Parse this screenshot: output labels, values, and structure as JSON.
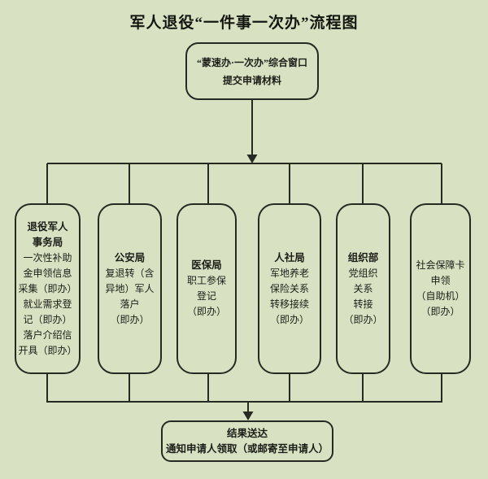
{
  "colors": {
    "background": "#d8e2c3",
    "line": "#262a21",
    "text": "#1b1d17"
  },
  "title": "军人退役“一件事一次办”流程图",
  "entry_box": {
    "lines": [
      "“蒙速办·一次办”综合窗口",
      "提交申请材料"
    ]
  },
  "departments": [
    {
      "header_lines": [
        "退役军人",
        "事务局"
      ],
      "lines": [
        "一次性补助",
        "金申领信息",
        "采集（即办）",
        "就业需求登",
        "记（即办）",
        "落户介绍信",
        "开具（即办）"
      ]
    },
    {
      "header_lines": [
        "公安局"
      ],
      "lines": [
        "复退转（含",
        "异地）军人",
        "落户",
        "（即办）"
      ]
    },
    {
      "header_lines": [
        "医保局"
      ],
      "lines": [
        "职工参保",
        "登记",
        "（即办）"
      ]
    },
    {
      "header_lines": [
        "人社局"
      ],
      "lines": [
        "军地养老",
        "保险关系",
        "转移接续",
        "（即办）"
      ]
    },
    {
      "header_lines": [
        "组织部"
      ],
      "lines": [
        "党组织",
        "关系",
        "转接",
        "（即办）"
      ]
    },
    {
      "header_lines": [],
      "lines": [
        "社会保障卡",
        "申领",
        "（自助机）",
        "（即办）"
      ]
    }
  ],
  "result_box": {
    "lines": [
      "结果送达",
      "通知申请人领取（或邮寄至申请人）"
    ]
  }
}
